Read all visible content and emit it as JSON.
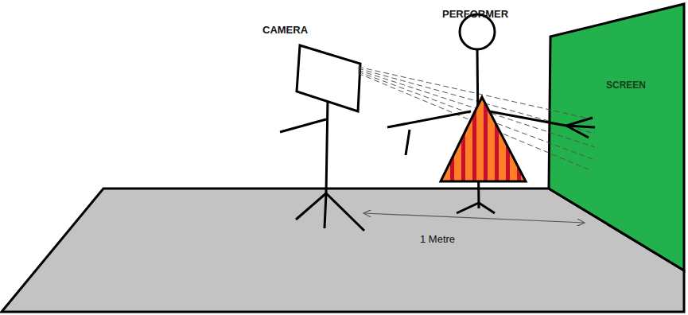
{
  "diagram": {
    "nodes": [
      {
        "text": [
          "SCREEN"
        ]
      }
    ],
    "labels": [
      "CAMERA",
      "PERFORMER",
      "1 Metre"
    ]
  }
}
